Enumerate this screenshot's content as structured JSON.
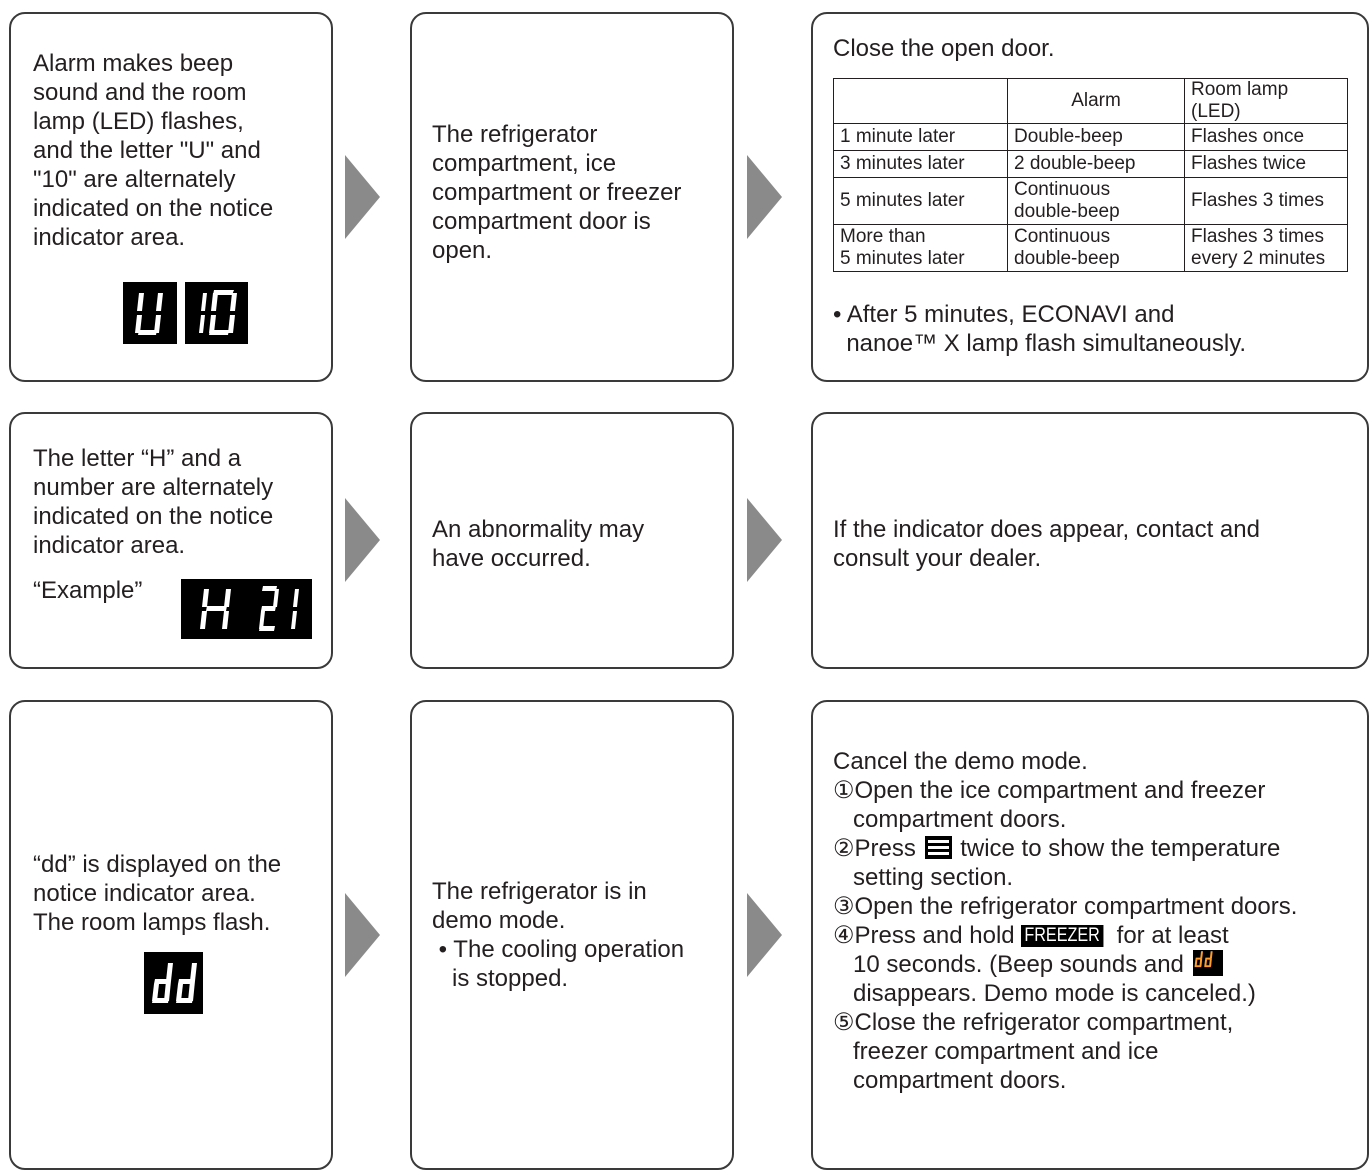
{
  "rows": [
    {
      "condition": "Alarm makes beep\nsound and the room\nlamp (LED) flashes,\nand the letter \"U\" and\n\"10\"  are alternately\nindicated on the notice\nindicator area.",
      "cause": "The refrigerator\ncompartment, ice\ncompartment or freezer\ncompartment door is\nopen.",
      "remedy_title": "Close the open door.",
      "table": {
        "headers": [
          "",
          "Alarm",
          "Room lamp (LED)"
        ],
        "rows": [
          [
            "1 minute later",
            "Double-beep",
            "Flashes once"
          ],
          [
            "3 minutes later",
            "2 double-beep",
            "Flashes twice"
          ],
          [
            "5 minutes later",
            "Continuous\ndouble-beep",
            "Flashes 3 times"
          ],
          [
            "More than\n5 minutes later",
            "Continuous\ndouble-beep",
            "Flashes 3 times\nevery 2 minutes"
          ]
        ]
      },
      "remedy_note": "• After 5 minutes, ECONAVI and\n  nanoe™ X lamp flash simultaneously."
    },
    {
      "condition": "The letter “H” and a\nnumber are alternately\nindicated on the notice\nindicator area.",
      "example_label": "“Example”",
      "cause": "An abnormality may\nhave occurred.",
      "remedy": "If the indicator does appear, contact and\nconsult your dealer."
    },
    {
      "condition": "“dd” is displayed on the\nnotice indicator area.\nThe room lamps flash.",
      "cause": "The refrigerator is in\ndemo mode.\n • The cooling operation\n   is stopped.",
      "remedy_title": "Cancel the demo mode.",
      "steps": {
        "s1": "①Open the ice compartment and freezer\n   compartment doors.",
        "s2a": "②Press ",
        "s2b": " twice to show the temperature\n   setting section.",
        "s3": "③Open the refrigerator compartment doors.",
        "s4a": "④Press and hold ",
        "freezer_key": "FREEZER",
        "s4b": " for at least\n   10 seconds. (Beep sounds and ",
        "s4c": "\n   disappears. Demo mode is canceled.)",
        "s5": "⑤Close the refrigerator compartment,\n   freezer compartment and ice\n   compartment doors."
      }
    }
  ],
  "displays": {
    "u10": [
      "U",
      "10"
    ],
    "h21": [
      "H",
      "21"
    ],
    "dd": "dd"
  },
  "colors": {
    "arrow": "#8a8a8a",
    "border": "#3a3a3a",
    "text": "#231f20"
  }
}
